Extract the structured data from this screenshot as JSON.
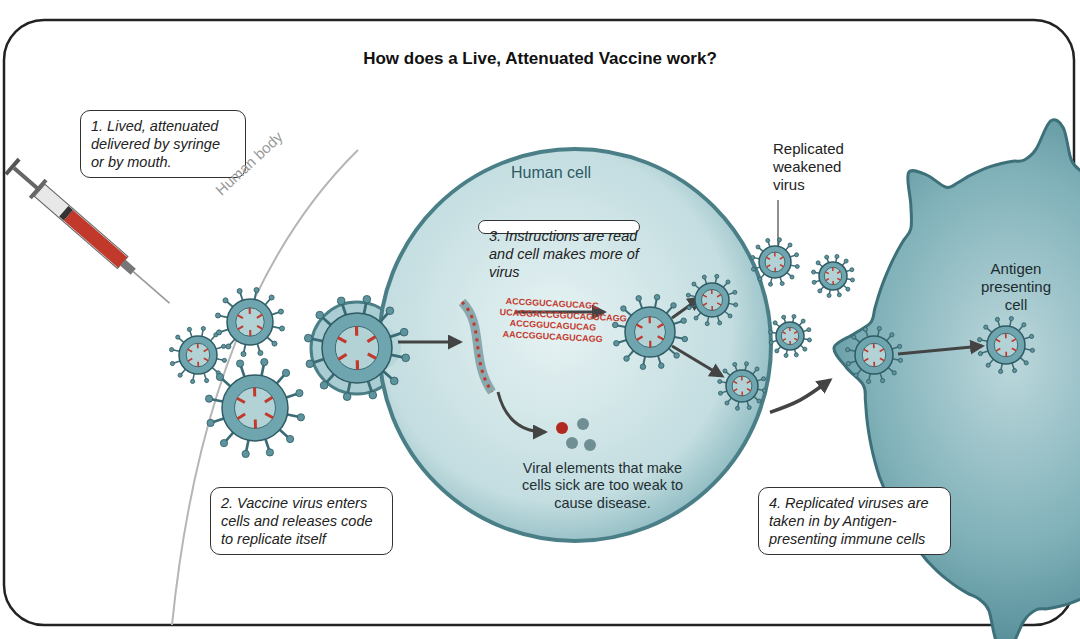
{
  "diagram": {
    "title": "How does a Live, Attenuated Vaccine work?",
    "nodes": [
      {
        "text": [
          "1. Lived, attenuated delivered by syringe or by mouth."
        ]
      },
      {
        "text": [
          "Human cell",
          "Viral elements that make cells sick are too weak to cause disease."
        ]
      },
      {
        "text": [
          "3. Instructions are read and cell makes more of virus"
        ],
        "in": 1
      },
      {
        "text": [
          "Antigen presenting cell"
        ]
      },
      {
        "text": [
          "2. Vaccine virus enters cells and releases code to replicate itself"
        ]
      },
      {
        "text": [
          "4. Replicated viruses are taken in by Antigen-presenting immune cells"
        ]
      }
    ],
    "edges": [
      {
        "from": 1,
        "to": 3,
        "arrow": "to"
      }
    ],
    "labels": [
      "Human body",
      "ACCGGUCAGUCAGC",
      "UCAGGACCGGUCAGUCAGG",
      "ACCGGUCAGUCAG",
      "AACCGGUCAGUCAGG",
      "Replicated weakened virus"
    ]
  }
}
